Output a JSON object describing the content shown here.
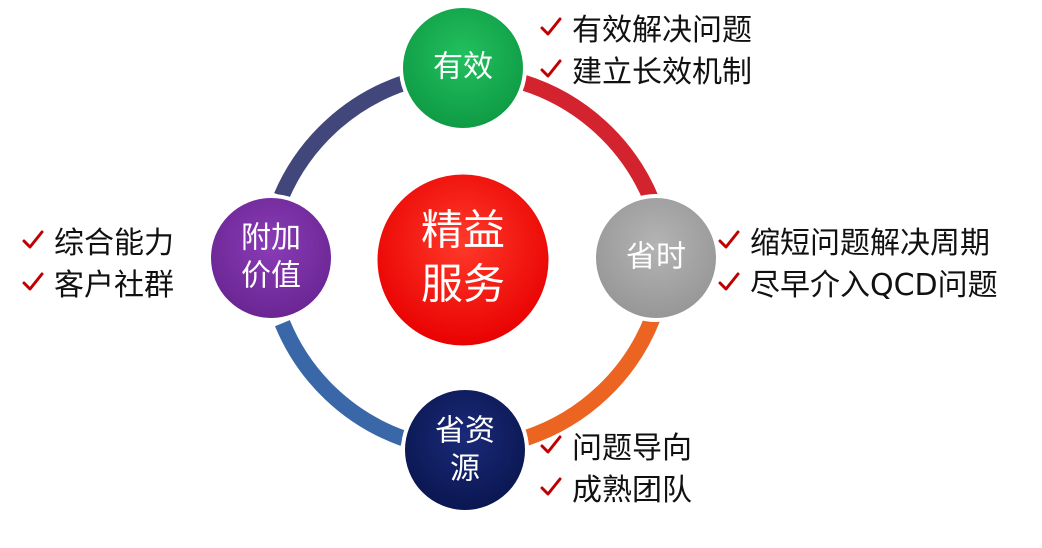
{
  "center": {
    "line1": "精益",
    "line2": "服务",
    "color": "#ff1010"
  },
  "ring": {
    "arcs": [
      {
        "name": "arc-top-right",
        "color": "#d2232e"
      },
      {
        "name": "arc-bottom-right",
        "color": "#ec6422"
      },
      {
        "name": "arc-bottom-left",
        "color": "#3a67a8"
      },
      {
        "name": "arc-top-left",
        "color": "#41477a"
      }
    ]
  },
  "nodes": {
    "top": {
      "line1": "有效",
      "color": "#13a84e"
    },
    "right": {
      "line1": "省时",
      "color": "#a5a5a5"
    },
    "bottom": {
      "line1": "省资",
      "line2": "源",
      "color": "#0d1d63"
    },
    "left": {
      "line1": "附加",
      "line2": "价值",
      "color": "#7a2fa6"
    }
  },
  "bullets": {
    "top": [
      "有效解决问题",
      "建立长效机制"
    ],
    "right": [
      "缩短问题解决周期",
      "尽早介入QCD问题"
    ],
    "bottom": [
      "问题导向",
      "成熟团队"
    ],
    "left": [
      "综合能力",
      "客户社群"
    ]
  },
  "check_color": "#c00000",
  "check_icon": "check-mark-icon"
}
